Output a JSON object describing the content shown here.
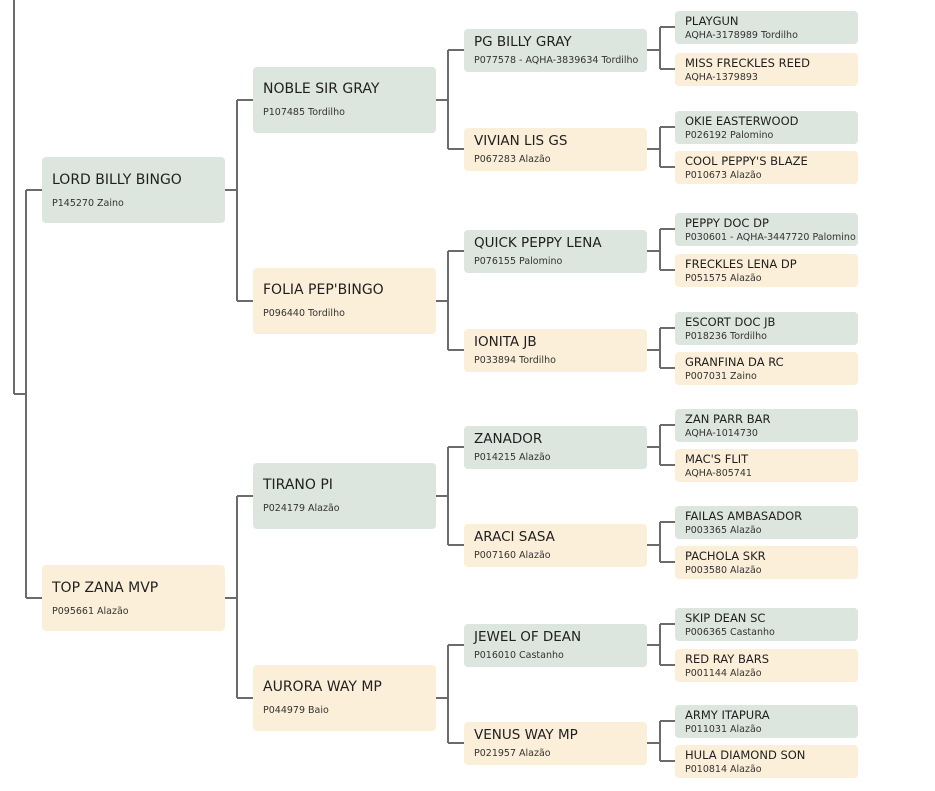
{
  "colors": {
    "line": "#6b6b6b",
    "sire_box": "#dde5df",
    "dam_box": "#fcefd9"
  },
  "pedigree": {
    "lord": {
      "name": "LORD BILLY BINGO",
      "info": "P145270 Zaino"
    },
    "topzana": {
      "name": "TOP ZANA MVP",
      "info": "P095661 Alazão"
    },
    "noble": {
      "name": "NOBLE SIR GRAY",
      "info": "P107485 Tordilho"
    },
    "folia": {
      "name": "FOLIA PEP'BINGO",
      "info": "P096440 Tordilho"
    },
    "tirano": {
      "name": "TIRANO PI",
      "info": "P024179 Alazão"
    },
    "aurora": {
      "name": "AURORA WAY MP",
      "info": "P044979 Baio"
    },
    "pgbilly": {
      "name": "PG BILLY GRAY",
      "info": "P077578 - AQHA-3839634 Tordilho"
    },
    "vivian": {
      "name": "VIVIAN LIS GS",
      "info": "P067283 Alazão"
    },
    "quick": {
      "name": "QUICK PEPPY LENA",
      "info": "P076155 Palomino"
    },
    "ionita": {
      "name": "IONITA JB",
      "info": "P033894 Tordilho"
    },
    "zanador": {
      "name": "ZANADOR",
      "info": "P014215 Alazão"
    },
    "araci": {
      "name": "ARACI SASA",
      "info": "P007160 Alazão"
    },
    "jewel": {
      "name": "JEWEL OF DEAN",
      "info": "P016010 Castanho"
    },
    "venus": {
      "name": "VENUS WAY MP",
      "info": "P021957 Alazão"
    },
    "playgun": {
      "name": "PLAYGUN",
      "info": "AQHA-3178989 Tordilho"
    },
    "missfreckles": {
      "name": "MISS FRECKLES REED",
      "info": "AQHA-1379893"
    },
    "okie": {
      "name": "OKIE EASTERWOOD",
      "info": "P026192 Palomino"
    },
    "coolpeppy": {
      "name": "COOL PEPPY'S BLAZE",
      "info": "P010673 Alazão"
    },
    "peppydoc": {
      "name": "PEPPY DOC DP",
      "info": "P030601 - AQHA-3447720 Palomino"
    },
    "frecklesdp": {
      "name": "FRECKLES LENA DP",
      "info": "P051575 Alazão"
    },
    "escort": {
      "name": "ESCORT DOC JB",
      "info": "P018236 Tordilho"
    },
    "granfina": {
      "name": "GRANFINA DA RC",
      "info": "P007031 Zaino"
    },
    "zanparr": {
      "name": "ZAN PARR BAR",
      "info": "AQHA-1014730"
    },
    "macsflit": {
      "name": "MAC'S FLIT",
      "info": "AQHA-805741"
    },
    "failas": {
      "name": "FAILAS AMBASADOR",
      "info": "P003365 Alazão"
    },
    "pachola": {
      "name": "PACHOLA SKR",
      "info": "P003580 Alazão"
    },
    "skipdean": {
      "name": "SKIP DEAN SC",
      "info": "P006365 Castanho"
    },
    "redray": {
      "name": "RED RAY BARS",
      "info": "P001144 Alazão"
    },
    "army": {
      "name": "ARMY ITAPURA",
      "info": "P011031 Alazão"
    },
    "hula": {
      "name": "HULA DIAMOND SON",
      "info": "P010814 Alazão"
    }
  }
}
